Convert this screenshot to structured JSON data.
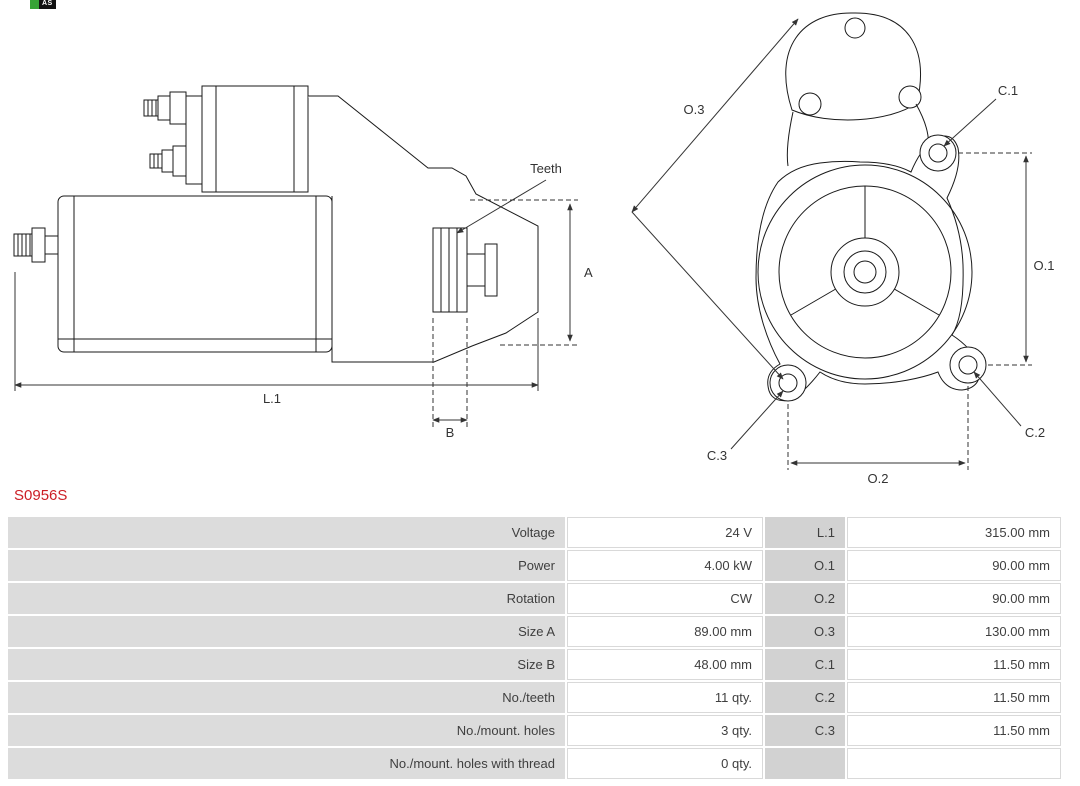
{
  "logo": {
    "text": "AS"
  },
  "part_number": "S0956S",
  "diagram": {
    "side_labels": {
      "teeth": "Teeth",
      "a": "A",
      "b": "B",
      "l1": "L.1"
    },
    "front_labels": {
      "o1": "O.1",
      "o2": "O.2",
      "o3": "O.3",
      "c1": "C.1",
      "c2": "C.2",
      "c3": "C.3"
    }
  },
  "colors": {
    "part_number_red": "#cc1f26",
    "label_cell_bg": "#dcdcdc",
    "dim_label_cell_bg": "#d2d2d2",
    "value_cell_border": "#d9d9d9",
    "drawing_line": "#1a1a1a",
    "logo_green": "#36a335"
  },
  "specs": {
    "rows": [
      {
        "label": "Voltage",
        "value": "24 V",
        "label2": "L.1",
        "value2": "315.00 mm"
      },
      {
        "label": "Power",
        "value": "4.00 kW",
        "label2": "O.1",
        "value2": "90.00 mm"
      },
      {
        "label": "Rotation",
        "value": "CW",
        "label2": "O.2",
        "value2": "90.00 mm"
      },
      {
        "label": "Size A",
        "value": "89.00 mm",
        "label2": "O.3",
        "value2": "130.00 mm"
      },
      {
        "label": "Size B",
        "value": "48.00 mm",
        "label2": "C.1",
        "value2": "11.50 mm"
      },
      {
        "label": "No./teeth",
        "value": "11 qty.",
        "label2": "C.2",
        "value2": "11.50 mm"
      },
      {
        "label": "No./mount. holes",
        "value": "3 qty.",
        "label2": "C.3",
        "value2": "11.50 mm"
      },
      {
        "label": "No./mount. holes with thread",
        "value": "0 qty.",
        "label2": "",
        "value2": ""
      }
    ]
  }
}
